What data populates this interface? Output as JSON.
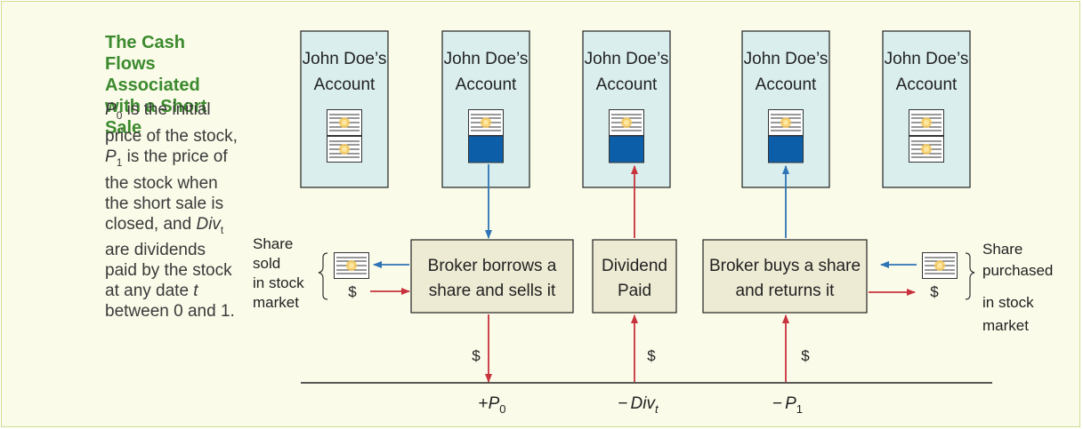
{
  "caption": {
    "title": "The Cash Flows Associated with a Short Sale",
    "body": {
      "p0_var": "P",
      "p0_sub": "0",
      "text1": " is the initial price of the stock, ",
      "p1_var": "P",
      "p1_sub": "1",
      "text2": " is the price of the stock when the short sale is closed, and ",
      "div_var": "Div",
      "div_sub": "t",
      "text3": " are dividends paid by the stock at any date ",
      "t_var": "t",
      "text4": " between 0 and 1."
    }
  },
  "accounts": [
    {
      "line1": "John Doe’s",
      "line2": "Account",
      "holding": "two shares"
    },
    {
      "line1": "John Doe’s",
      "line2": "Account",
      "holding": "one share, one borrowed (blue)"
    },
    {
      "line1": "John Doe’s",
      "line2": "Account",
      "holding": "one share, one borrowed (blue)"
    },
    {
      "line1": "John Doe’s",
      "line2": "Account",
      "holding": "one share, one borrowed (blue)"
    },
    {
      "line1": "John Doe’s",
      "line2": "Account",
      "holding": "two shares"
    }
  ],
  "nodes": {
    "borrow": {
      "line1": "Broker borrows a",
      "line2": "share and sells it"
    },
    "dividend": {
      "line1": "Dividend",
      "line2": "Paid"
    },
    "buyback": {
      "line1": "Broker buys a share",
      "line2": "and returns it"
    }
  },
  "left_side": {
    "lines": [
      "Share",
      "sold",
      "in stock",
      "market"
    ],
    "dollar": "$"
  },
  "right_side": {
    "lines": [
      "Share",
      "purchased",
      "in stock",
      "market"
    ],
    "dollar": "$"
  },
  "flows": {
    "dollar_sign": "$"
  },
  "timeline": {
    "p0": {
      "sign": "+",
      "var": "P",
      "sub": "0"
    },
    "div": {
      "sign": "−",
      "var": "Div",
      "sub": "t"
    },
    "p1": {
      "sign": "−",
      "var": "P",
      "sub": "1"
    }
  },
  "colors": {
    "background": "#fafbe9",
    "account_fill": "#d9eeed",
    "node_fill": "#eeebd4",
    "blue_arrow": "#2f74b5",
    "red_arrow": "#c8323c",
    "borrowed_share": "#0d5ea8",
    "caption_title": "#3c8a2e"
  }
}
